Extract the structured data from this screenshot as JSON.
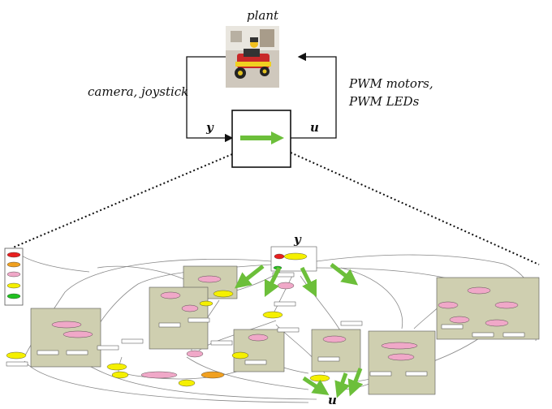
{
  "top_diagram": {
    "plant_label": "plant",
    "left_label": "camera, joystick",
    "right_label_line1": "PWM motors,",
    "right_label_line2": "PWM LEDs",
    "input_symbol": "y",
    "output_symbol": "u"
  },
  "graph_detail": {
    "top_symbol": "y",
    "bottom_symbol": "u",
    "arrow_color": "#6cbf3a",
    "cluster_fill": "#cfcfb0",
    "node_colors": {
      "yellow": "#f5f000",
      "pink": "#f0a8c8",
      "red": "#e82020",
      "orange": "#f0a020",
      "green": "#20c020"
    }
  }
}
